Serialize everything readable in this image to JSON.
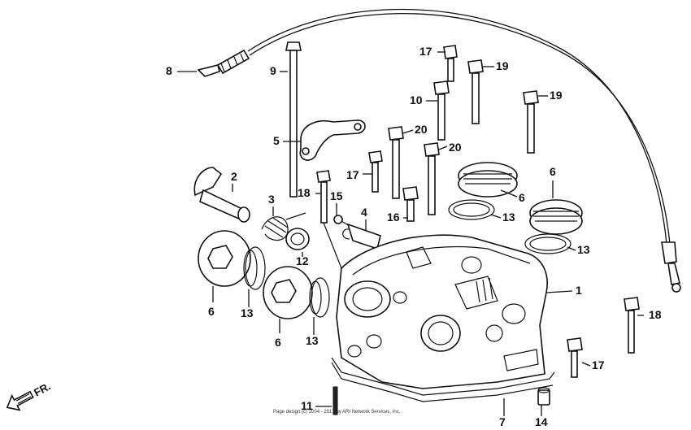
{
  "diagram": {
    "callouts": [
      {
        "id": "8",
        "text": "8"
      },
      {
        "id": "9",
        "text": "9"
      },
      {
        "id": "5",
        "text": "5"
      },
      {
        "id": "2",
        "text": "2"
      },
      {
        "id": "3",
        "text": "3"
      },
      {
        "id": "18a",
        "text": "18"
      },
      {
        "id": "15",
        "text": "15"
      },
      {
        "id": "4",
        "text": "4"
      },
      {
        "id": "12",
        "text": "12"
      },
      {
        "id": "17a",
        "text": "17"
      },
      {
        "id": "16",
        "text": "16"
      },
      {
        "id": "20a",
        "text": "20"
      },
      {
        "id": "20b",
        "text": "20"
      },
      {
        "id": "10",
        "text": "10"
      },
      {
        "id": "17b",
        "text": "17"
      },
      {
        "id": "19a",
        "text": "19"
      },
      {
        "id": "19b",
        "text": "19"
      },
      {
        "id": "6a",
        "text": "6"
      },
      {
        "id": "6b",
        "text": "6"
      },
      {
        "id": "13a",
        "text": "13"
      },
      {
        "id": "13b",
        "text": "13"
      },
      {
        "id": "1",
        "text": "1"
      },
      {
        "id": "18b",
        "text": "18"
      },
      {
        "id": "17c",
        "text": "17"
      },
      {
        "id": "6c",
        "text": "6"
      },
      {
        "id": "13c",
        "text": "13"
      },
      {
        "id": "6d",
        "text": "6"
      },
      {
        "id": "13d",
        "text": "13"
      },
      {
        "id": "11",
        "text": "11"
      },
      {
        "id": "7",
        "text": "7"
      },
      {
        "id": "14",
        "text": "14"
      }
    ],
    "direction_label": "FR.",
    "footer": "Page design (c) 2004 - 2017 by ARI Network Services, Inc."
  }
}
